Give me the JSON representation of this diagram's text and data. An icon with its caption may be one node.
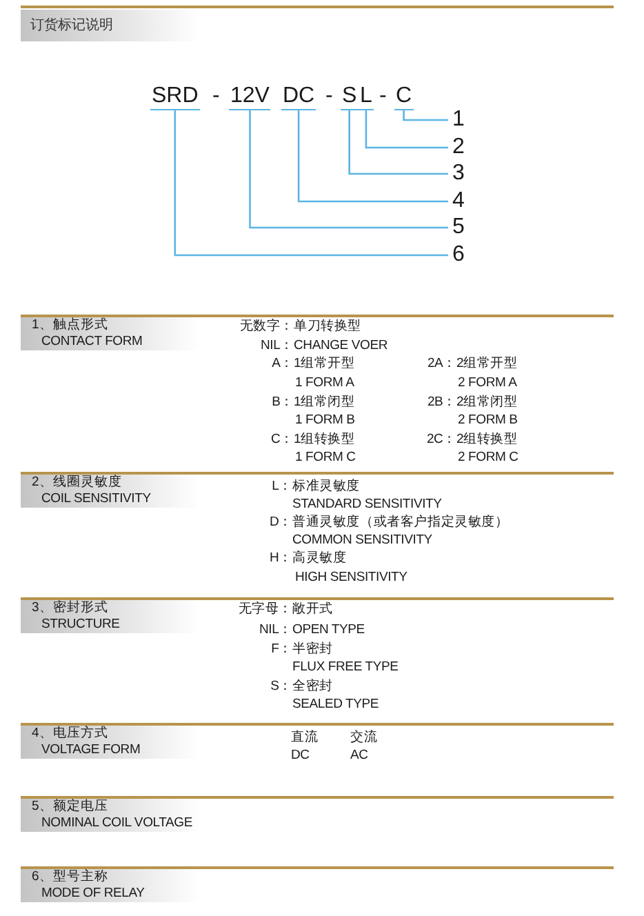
{
  "diagram": {
    "nodes": [
      {
        "text": [
          "订货标记说明"
        ]
      },
      {
        "text": [
          "SRD"
        ]
      },
      {
        "text": [
          "12V"
        ]
      },
      {
        "text": [
          "DC"
        ]
      },
      {
        "text": [
          "S"
        ]
      },
      {
        "text": [
          "L"
        ]
      },
      {
        "text": [
          "C"
        ]
      },
      {
        "text": [
          "1"
        ]
      },
      {
        "text": [
          "2"
        ]
      },
      {
        "text": [
          "3"
        ]
      },
      {
        "text": [
          "4"
        ]
      },
      {
        "text": [
          "5"
        ]
      },
      {
        "text": [
          "6"
        ]
      },
      {
        "text": [
          "1、触点形式",
          "CONTACT FORM"
        ]
      },
      {
        "text": [
          "2、线圈灵敏度",
          "COIL SENSITIVITY"
        ]
      },
      {
        "text": [
          "3、密封形式",
          "STRUCTURE"
        ]
      },
      {
        "text": [
          "4、电压方式",
          "VOLTAGE FORM"
        ]
      },
      {
        "text": [
          "5、额定电压",
          "NOMINAL COIL VOLTAGE"
        ]
      },
      {
        "text": [
          "6、型号主称",
          "MODE OF RELAY"
        ]
      }
    ],
    "edges": [
      {
        "from": 6,
        "to": 7,
        "arrow": "none"
      },
      {
        "from": 5,
        "to": 8,
        "arrow": "none"
      },
      {
        "from": 4,
        "to": 9,
        "arrow": "none"
      },
      {
        "from": 3,
        "to": 10,
        "arrow": "none"
      },
      {
        "from": 2,
        "to": 11,
        "arrow": "none"
      },
      {
        "from": 1,
        "to": 12,
        "arrow": "none"
      }
    ],
    "labels": [
      "-",
      "-",
      "-",
      "无数字：",
      "单刀转换型",
      "NIL：",
      "CHANGE VOER",
      "A：",
      "1组常开型",
      "2A：",
      "2组常开型",
      "1 FORM A",
      "2 FORM A",
      "B：",
      "1组常闭型",
      "2B：",
      "2组常闭型",
      "1 FORM B",
      "2 FORM B",
      "C：",
      "1组转换型",
      "2C：",
      "2组转换型",
      "1 FORM C",
      "2 FORM C",
      "L：",
      "标准灵敏度",
      "STANDARD SENSITIVITY",
      "D：",
      "普通灵敏度（或者客户指定灵敏度）",
      "COMMON SENSITIVITY",
      "H：",
      "高灵敏度",
      "HIGH SENSITIVITY",
      "无字母：",
      "敞开式",
      "NIL：",
      "OPEN TYPE",
      "F：",
      "半密封",
      "FLUX FREE TYPE",
      "S：",
      "全密封",
      "SEALED TYPE",
      "直流",
      "交流",
      "DC",
      "AC"
    ]
  }
}
